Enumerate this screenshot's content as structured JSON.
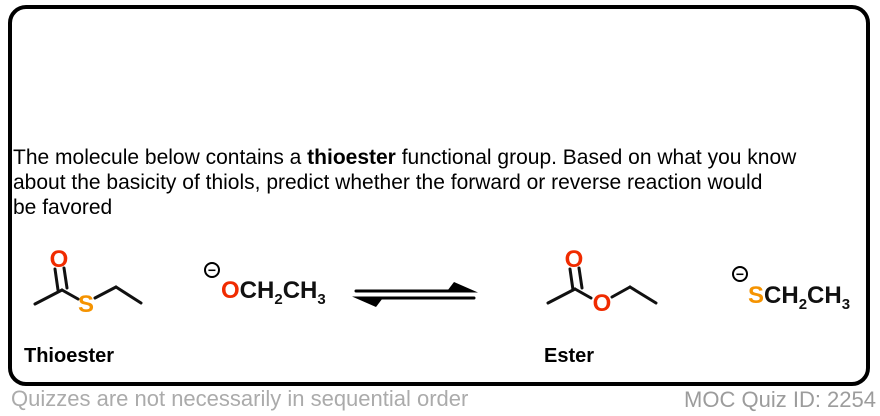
{
  "question": {
    "part1": "The molecule below contains a ",
    "bold_term": "thioester",
    "part2": " functional group. Based on what you know",
    "line2": "about the basicity of thiols, predict whether the forward or reverse reaction would",
    "line3": "be favored"
  },
  "reaction": {
    "thioester": {
      "name": "Thioester",
      "carbonyl_oxygen": "O",
      "sulfur": "S"
    },
    "ethoxide": {
      "charge": "−",
      "oxygen": "O",
      "frag1": "CH",
      "sub1": "2",
      "frag2": "CH",
      "sub2": "3"
    },
    "ester": {
      "name": "Ester",
      "carbonyl_oxygen": "O",
      "ester_oxygen": "O"
    },
    "thiolate": {
      "charge": "−",
      "sulfur": "S",
      "frag1": "CH",
      "sub1": "2",
      "frag2": "CH",
      "sub2": "3"
    }
  },
  "footer": {
    "left_note": "Quizzes are not necessarily in sequential order",
    "quiz_id": "MOC Quiz ID: 2254"
  },
  "colors": {
    "oxygen_red": "#f02b00",
    "sulfur_orange": "#f59300",
    "bond_black": "#111111",
    "footer_gray": "#ababab",
    "footer_gray_dark": "#9c9c9c"
  }
}
